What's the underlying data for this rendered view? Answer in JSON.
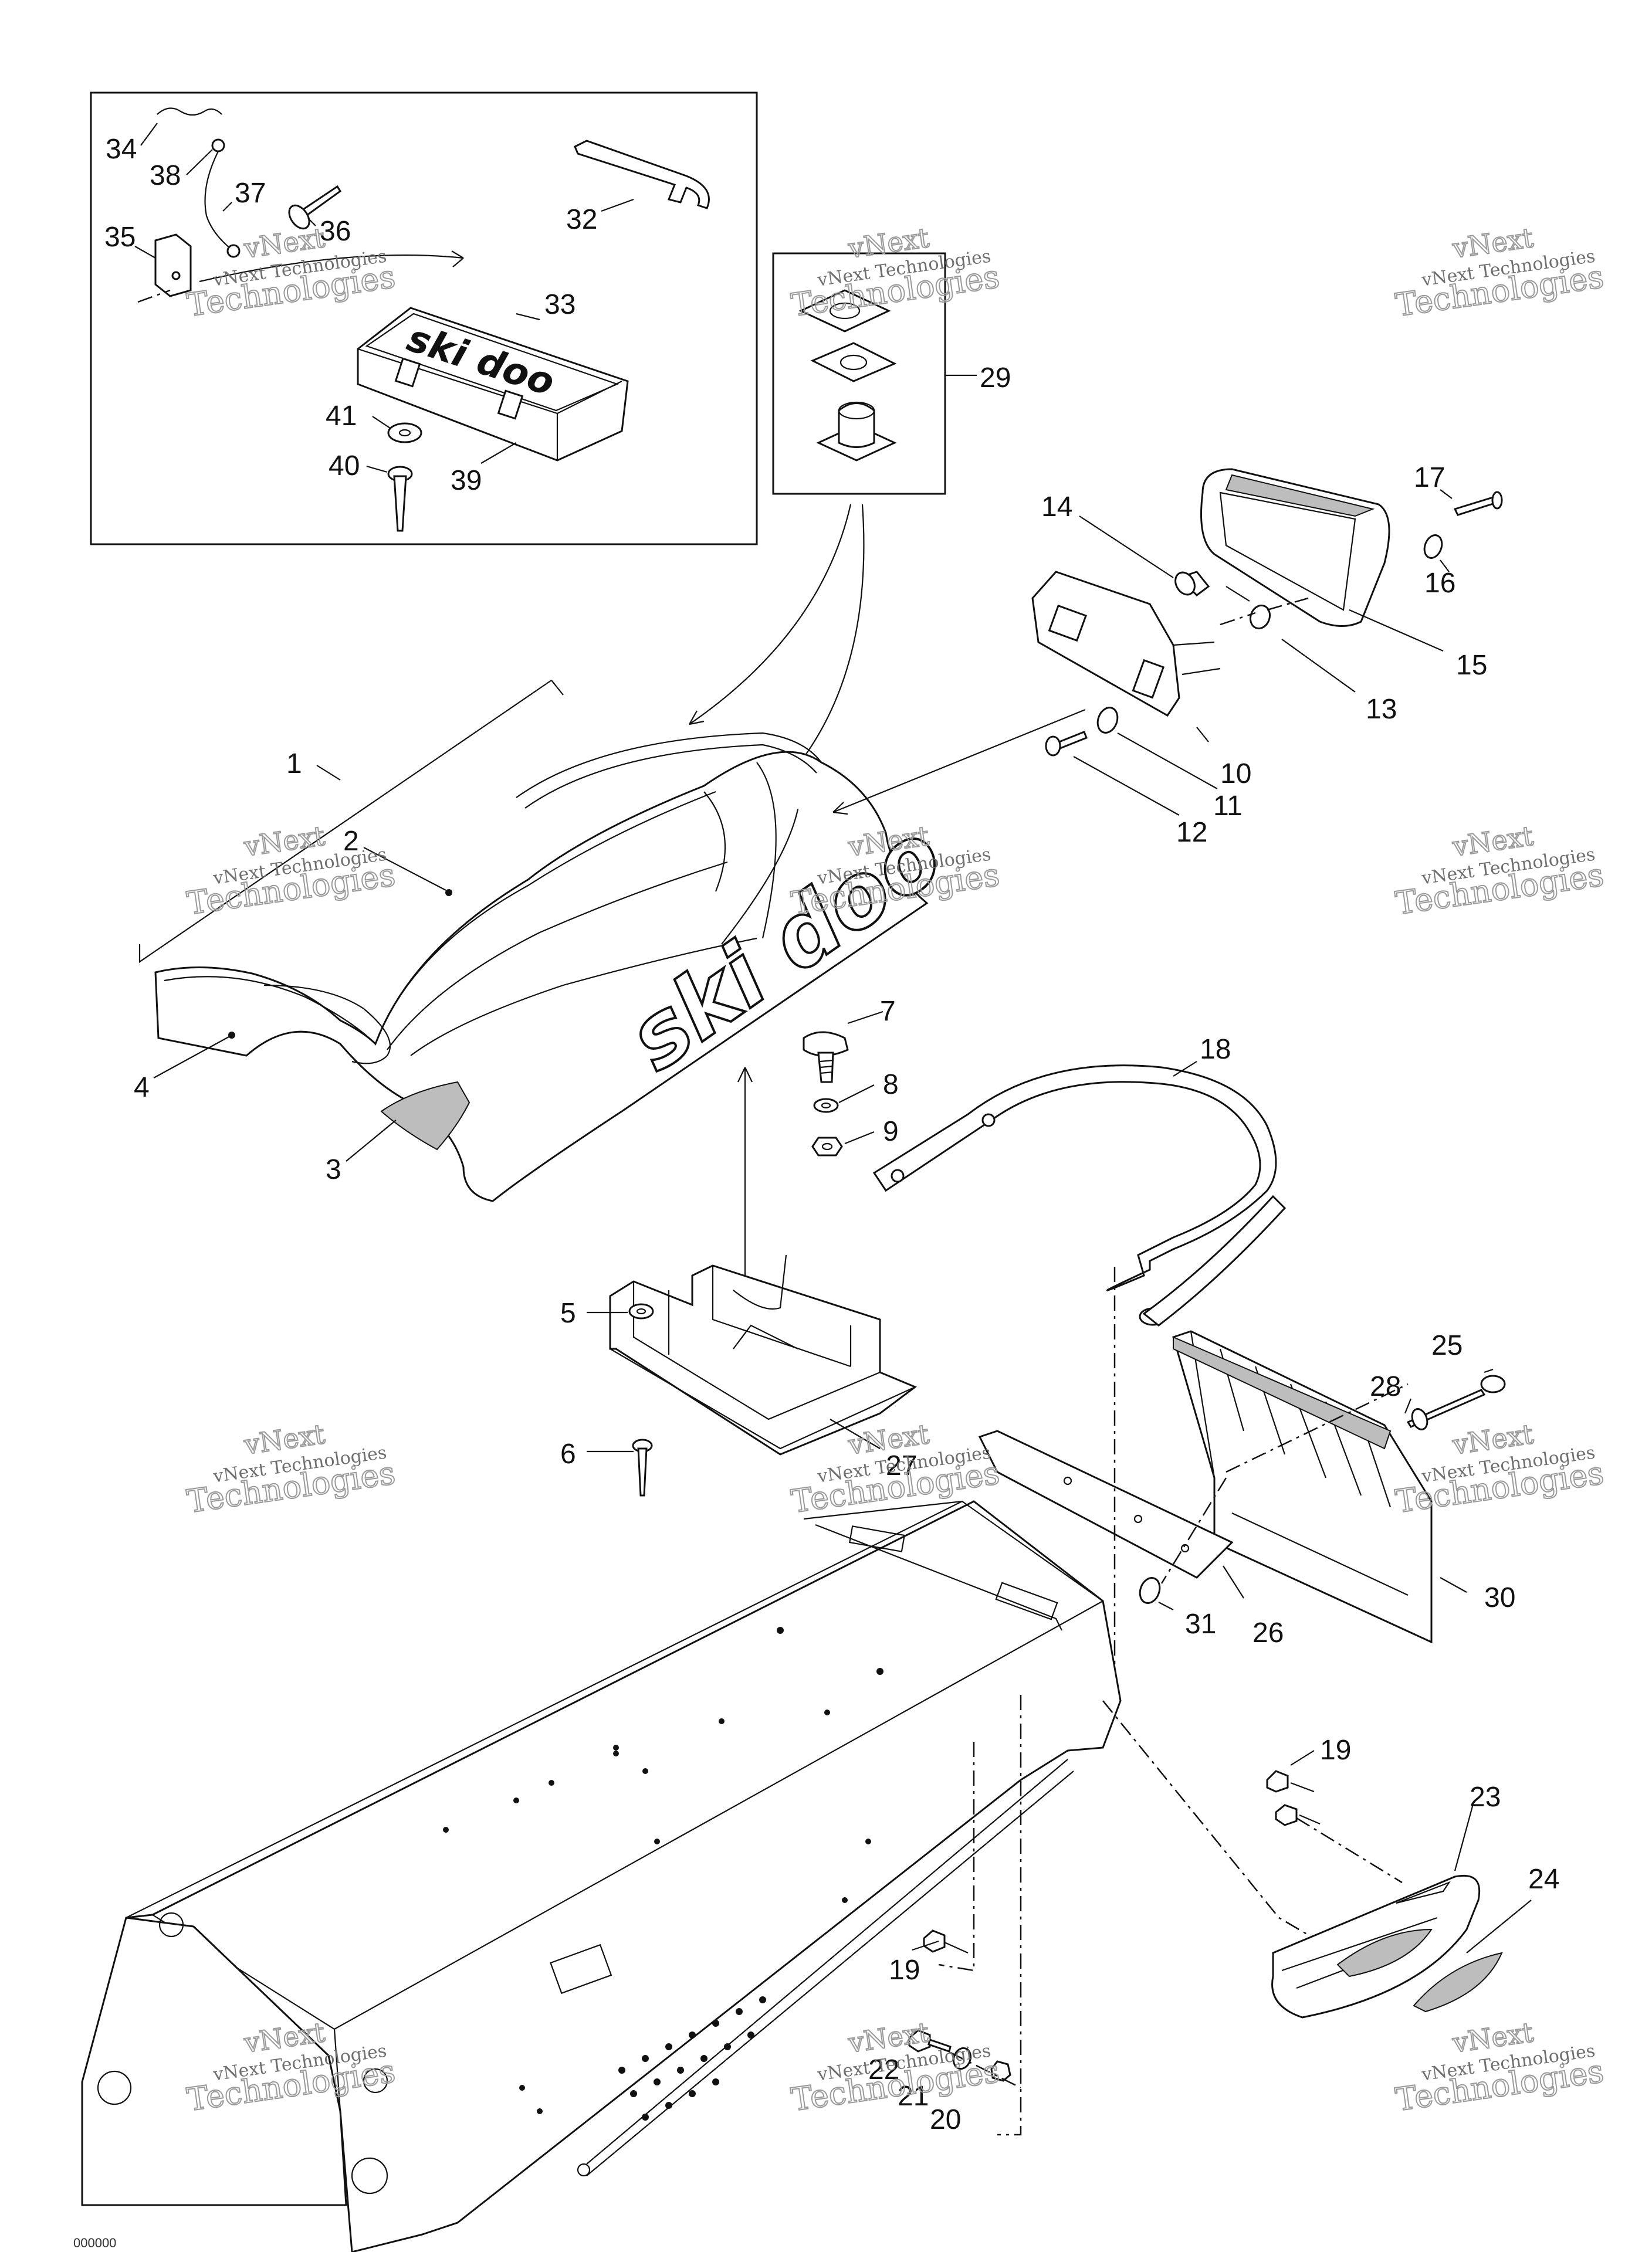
{
  "labels": {
    "l1": "1",
    "l2": "2",
    "l3": "3",
    "l4": "4",
    "l5": "5",
    "l6": "6",
    "l7": "7",
    "l8": "8",
    "l9": "9",
    "l10": "10",
    "l11": "11",
    "l12": "12",
    "l13": "13",
    "l14": "14",
    "l15": "15",
    "l16": "16",
    "l17": "17",
    "l18": "18",
    "l19a": "19",
    "l19b": "19",
    "l20": "20",
    "l21": "21",
    "l22": "22",
    "l23": "23",
    "l24": "24",
    "l25": "25",
    "l26": "26",
    "l27": "27",
    "l28": "28",
    "l29": "29",
    "l30": "30",
    "l31": "31",
    "l32": "32",
    "l33": "33",
    "l34": "34",
    "l35": "35",
    "l36": "36",
    "l37": "37",
    "l38": "38",
    "l39": "39",
    "l40": "40",
    "l41": "41"
  },
  "watermark": {
    "line1": "vNext",
    "line2": "vNext Technologies",
    "line3": "Technologies"
  },
  "branding": {
    "seat_logo": "ski doo",
    "box_logo": "ski doo"
  },
  "figure_code": "000000"
}
